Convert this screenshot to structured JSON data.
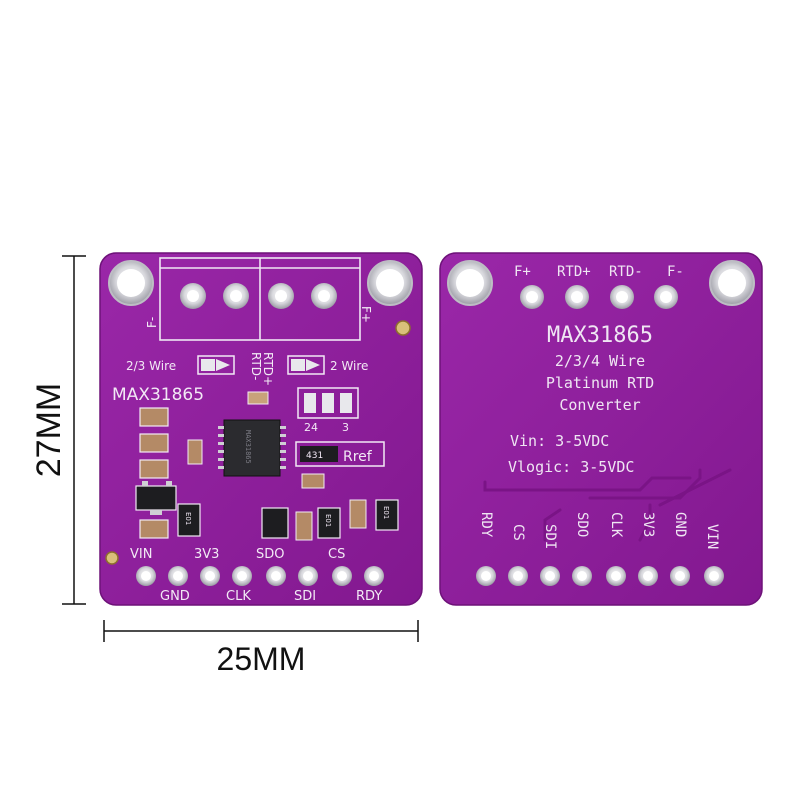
{
  "dimensions": {
    "height_label": "27MM",
    "width_label": "25MM"
  },
  "front": {
    "top_left_pad": "F-",
    "top_right_pad": "F+",
    "rtd_minus": "RTD-",
    "rtd_plus": "RTD+",
    "jumper_left_label": "2/3 Wire",
    "jumper_right_label": "2 Wire",
    "chip_name": "MAX31865",
    "solder_jumper_label_left": "24",
    "solder_jumper_label_right": "3",
    "resistor_code": "431",
    "rref_label": "Rref",
    "diode_label": "E01",
    "pins_top_row": [
      "VIN",
      "3V3",
      "SDO",
      "CS"
    ],
    "pins_bottom_row": [
      "GND",
      "CLK",
      "SDI",
      "RDY"
    ]
  },
  "back": {
    "terminals": [
      "F+",
      "RTD+",
      "RTD-",
      "F-"
    ],
    "chip_name": "MAX31865",
    "line1": "2/3/4 Wire",
    "line2": "Platinum RTD",
    "line3": "Converter",
    "vin_spec": "Vin: 3-5VDC",
    "vlogic_spec": "Vlogic: 3-5VDC",
    "pins": [
      "RDY",
      "CS",
      "SDI",
      "SDO",
      "CLK",
      "3V3",
      "GND",
      "VIN"
    ]
  },
  "colors": {
    "pcb": "#8e1e9c",
    "pcb_edge": "#6e1279",
    "silkscreen": "#f2e9f5",
    "pad": "#e6e6ea",
    "dimension_line": "#111111"
  }
}
